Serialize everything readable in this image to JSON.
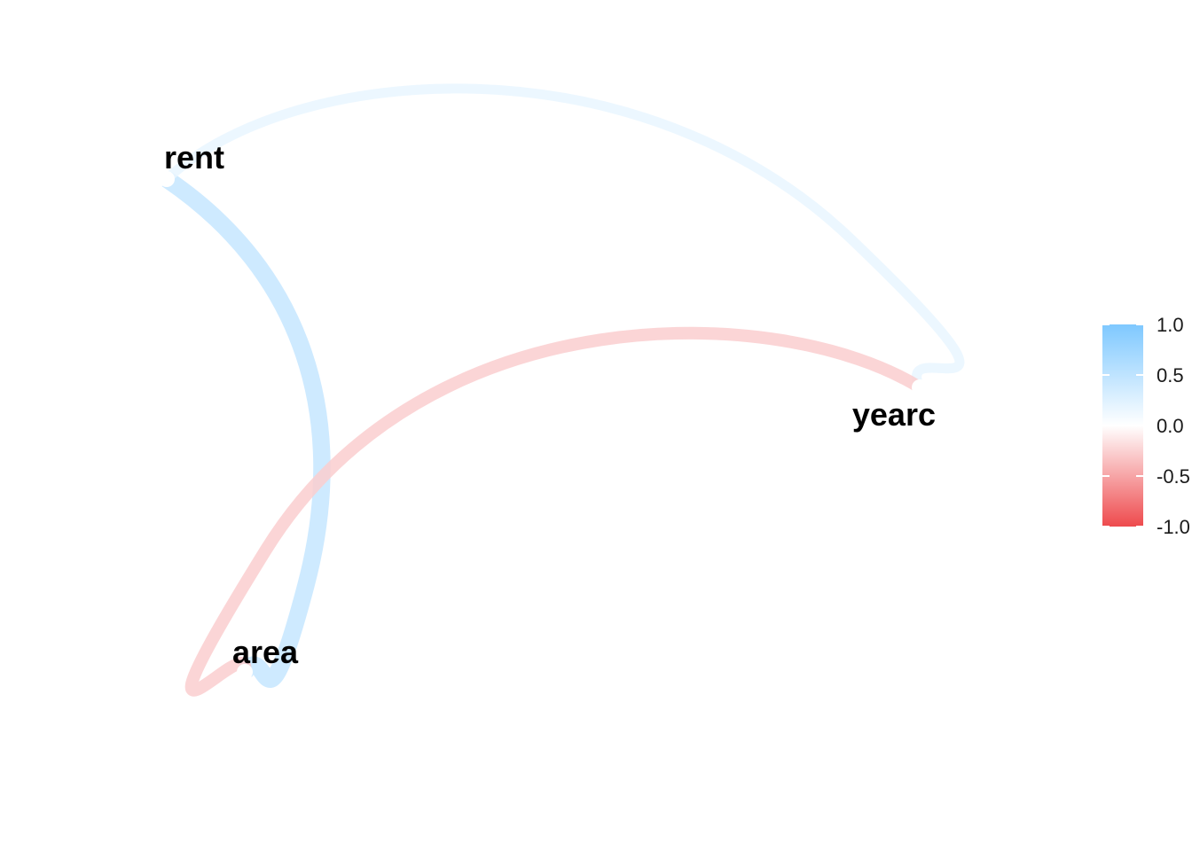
{
  "chart_data": {
    "type": "network",
    "nodes": [
      {
        "id": "rent",
        "label": "rent"
      },
      {
        "id": "yearc",
        "label": "yearc"
      },
      {
        "id": "area",
        "label": "area"
      }
    ],
    "edges": [
      {
        "from": "rent",
        "to": "area",
        "correlation": 0.45
      },
      {
        "from": "rent",
        "to": "yearc",
        "correlation": 0.17
      },
      {
        "from": "yearc",
        "to": "area",
        "correlation": -0.27
      }
    ],
    "legend": {
      "range": [
        -1.0,
        1.0
      ],
      "ticks": [
        "1.0",
        "0.5",
        "0.0",
        "-0.5",
        "-1.0"
      ],
      "colors": {
        "positive": "#7ec8ff",
        "zero": "#ffffff",
        "negative": "#ee4a4d"
      }
    }
  }
}
